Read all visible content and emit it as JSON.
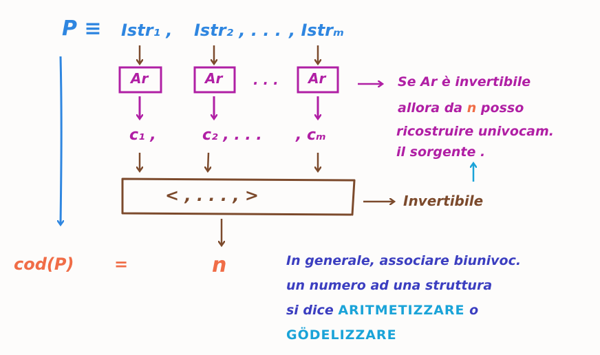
{
  "colors": {
    "blue": "#2f86e0",
    "navy": "#3b3ec0",
    "purple": "#b01fa4",
    "brown": "#7c4a2c",
    "orange": "#f06d47",
    "teal": "#1aa3d8"
  },
  "top_row": {
    "p_label": "P ≡",
    "instr_1": "Istr₁ ,",
    "instr_2": "Istr₂ , . . .",
    "instr_m": ", Istrₘ"
  },
  "boxes": {
    "ar_1": "Ar",
    "ar_2": "Ar",
    "ellipsis": ". . .",
    "ar_m": "Ar"
  },
  "codes": {
    "c_1": "c₁ ,",
    "c_2": "c₂ , . . .",
    "c_m": ", cₘ"
  },
  "tuple": {
    "content": "< , . . . , >"
  },
  "side_notes": {
    "ar_note_line1": "Se Ar è invertibile",
    "ar_note_line2_start": "allora da",
    "ar_note_n": "n",
    "ar_note_line2_end": "posso",
    "ar_note_line3": "ricostruire univocam.",
    "ar_note_line4": "il sorgente .",
    "tuple_note": "Invertibile"
  },
  "result": {
    "cod_label": "cod(P)",
    "equals": "=",
    "n": "n"
  },
  "general_note": {
    "line1": "In generale, associare biunivoc.",
    "line2": "un numero ad una struttura",
    "line3_start": "si dice",
    "aritmetizzare": "ARITMETIZZARE",
    "or": "o",
    "godelizzare": "GÖDELIZZARE"
  }
}
